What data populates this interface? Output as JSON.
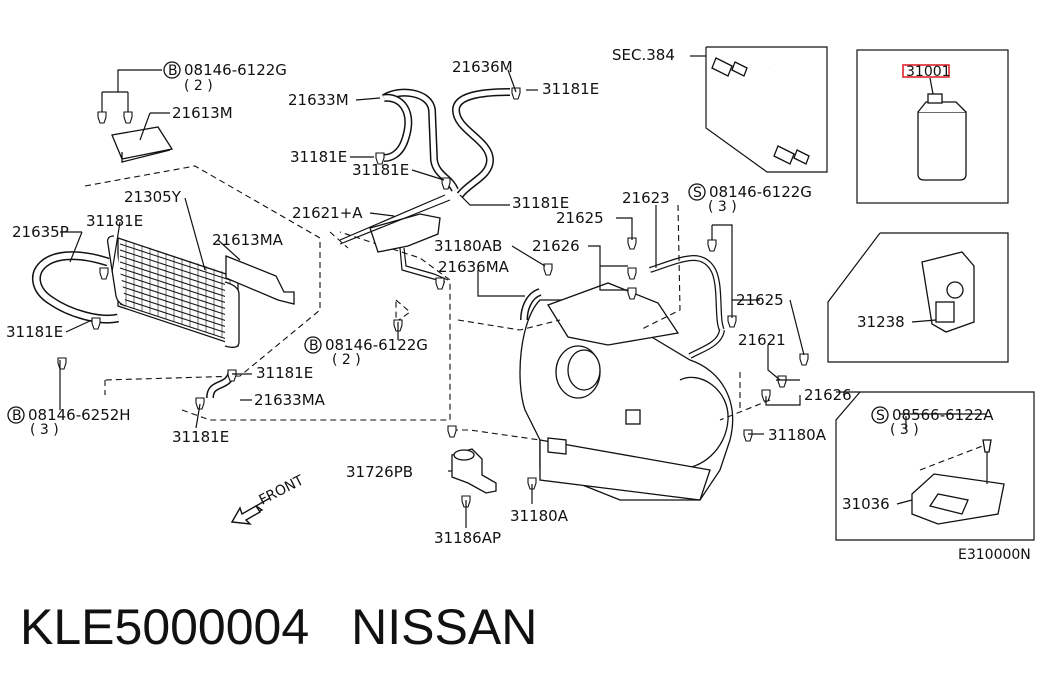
{
  "diagram": {
    "labels": {
      "sec384": "SEC.384",
      "p31001": "31001",
      "p21636M": "21636M",
      "p31181E_a": "31181E",
      "p21633M": "21633M",
      "p31181E_b": "31181E",
      "p31181E_c": "31181E",
      "p21621A": "21621+A",
      "p31181E_d": "31181E",
      "p08146_6122G_top": "08146-6122G",
      "qty2_top": "( 2 )",
      "p21613M": "21613M",
      "p21305Y": "21305Y",
      "p21635P": "21635P",
      "p31181E_e": "31181E",
      "p21613MA": "21613MA",
      "p31181E_f": "31181E",
      "p08146_6252H": "08146-6252H",
      "qty3_left": "( 3 )",
      "p31181E_g": "31181E",
      "p21633MA": "21633MA",
      "p31181E_h": "31181E",
      "p08146_6122G_mid": "08146-6122G",
      "qty2_mid": "( 2 )",
      "p31180AB": "31180AB",
      "p21636MA": "21636MA",
      "p21625_a": "21625",
      "p21626_a": "21626",
      "p21623": "21623",
      "p08146_6122G_right": "08146-6122G",
      "qty3_right": "( 3 )",
      "p21625_b": "21625",
      "p21621": "21621",
      "p21626_b": "21626",
      "p31180A_a": "31180A",
      "p31238": "31238",
      "p08566_6122A": "08566-6122A",
      "qty3_br": "( 3 )",
      "p31036": "31036",
      "p31726PB": "31726PB",
      "p31180A_b": "31180A",
      "p31186AP": "31186AP",
      "front": "FRONT",
      "code": "E310000N",
      "circ_B": "B",
      "circ_S": "S"
    },
    "highlight_color": "#e0242b",
    "line_color": "#111111"
  },
  "footer": {
    "part_number": "KLE5000004",
    "brand": "NISSAN"
  }
}
